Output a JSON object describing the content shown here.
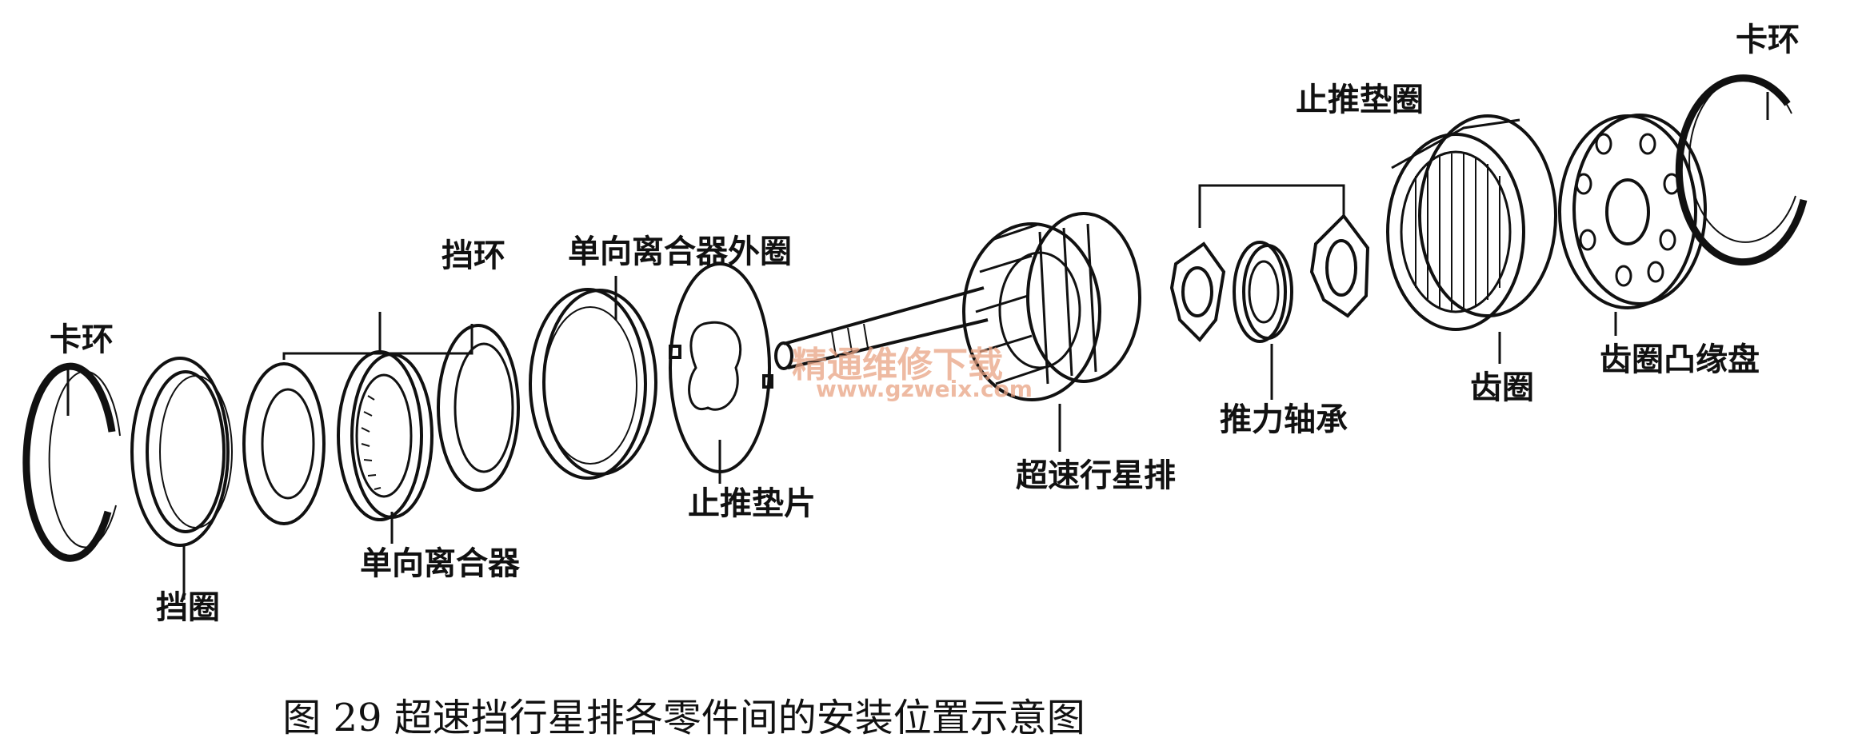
{
  "labels": {
    "snap_ring_left": "卡环",
    "retaining_ring": "挡圈",
    "stop_ring": "挡环",
    "one_way_clutch": "单向离合器",
    "clutch_outer_race": "单向离合器外圈",
    "thrust_plate": "止推垫片",
    "overdrive_planetary": "超速行星排",
    "thrust_washer": "止推垫圈",
    "thrust_bearing": "推力轴承",
    "ring_gear": "齿圈",
    "ring_gear_flange": "齿圈凸缘盘",
    "snap_ring_right": "卡环"
  },
  "caption": "图 29    超速挡行星排各零件间的安装位置示意图",
  "watermark": {
    "text": "精通维修下载",
    "url": "www.gzweix.com"
  }
}
